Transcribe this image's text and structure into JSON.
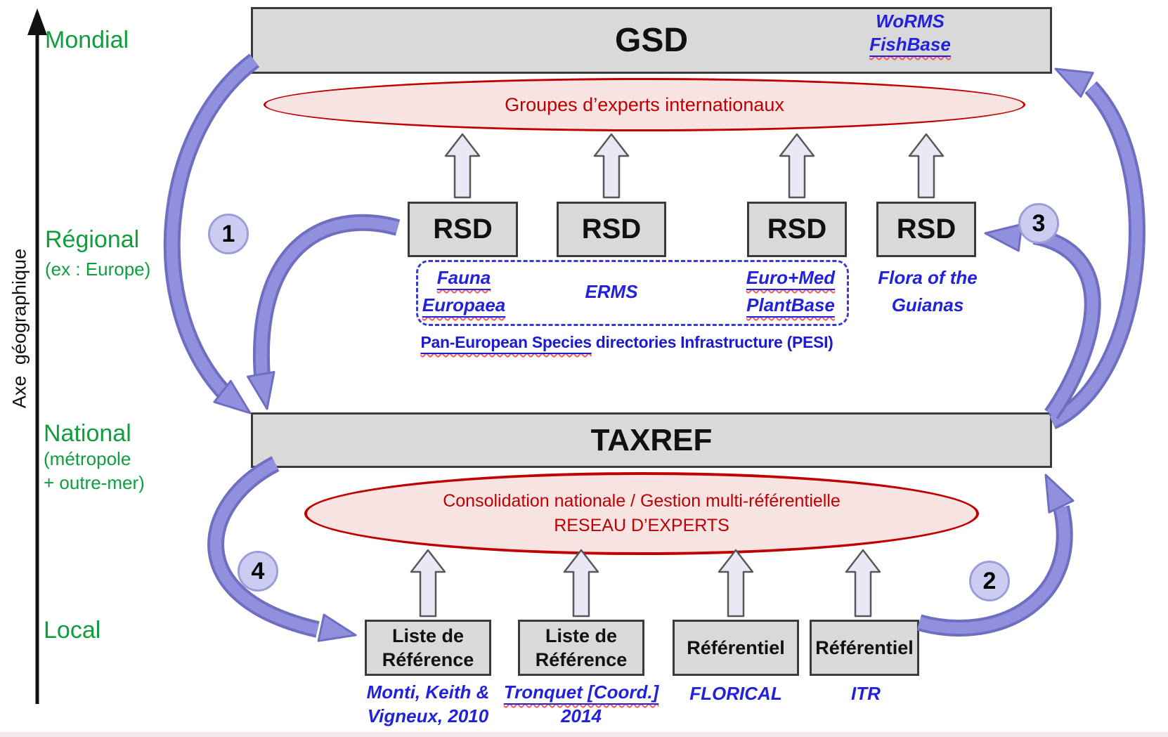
{
  "axis": {
    "title": "Axe  géographique",
    "levels": {
      "mondial": "Mondial",
      "regional": "Régional",
      "regional_sub": "(ex : Europe)",
      "national": "National",
      "national_sub1": "(métropole",
      "national_sub2": "+ outre-mer)",
      "local": "Local"
    }
  },
  "world": {
    "box_label": "GSD",
    "examples": {
      "line1": "WoRMS",
      "line2": "FishBase"
    },
    "experts_ellipse": "Groupes d’experts internationaux"
  },
  "regional": {
    "rsd_boxes": [
      "RSD",
      "RSD",
      "RSD",
      "RSD"
    ],
    "captions": {
      "fauna_line1": "Fauna",
      "fauna_line2": "Europaea",
      "erms": "ERMS",
      "euromed_line1": "Euro+Med",
      "euromed_line2": "PlantBase",
      "flora_line1": "Flora of the",
      "flora_line2": "Guianas"
    },
    "pesi_underlined": "Pan-European Species",
    "pesi_rest": "directories Infrastructure (PESI)"
  },
  "national": {
    "box_label": "TAXREF",
    "experts_line1": "Consolidation nationale / Gestion multi-référentielle",
    "experts_line2": "RESEAU D’EXPERTS"
  },
  "local": {
    "boxes": [
      "Liste de Référence",
      "Liste de Référence",
      "Référentiel",
      "Référentiel"
    ],
    "captions": {
      "monti_line1": "Monti, Keith &",
      "monti_line2": "Vigneux, 2010",
      "tronquet_line1": "Tronquet [Coord.]",
      "tronquet_line2": "2014",
      "florical": "FLORICAL",
      "itr": "ITR"
    }
  },
  "flow_steps": [
    "1",
    "2",
    "3",
    "4"
  ],
  "colors": {
    "box_fill": "#D9D9D9",
    "box_border": "#3B3B3B",
    "ellipse_fill": "#F6E3E2",
    "ellipse_border": "#C00000",
    "arrow_fill": "#9090DE",
    "arrow_outline": "#6F6FC2",
    "step_circle_fill": "#CCCCF2",
    "green_label": "#0E9F3C",
    "blue_caption": "#2222DD",
    "red_text": "#C00000"
  }
}
